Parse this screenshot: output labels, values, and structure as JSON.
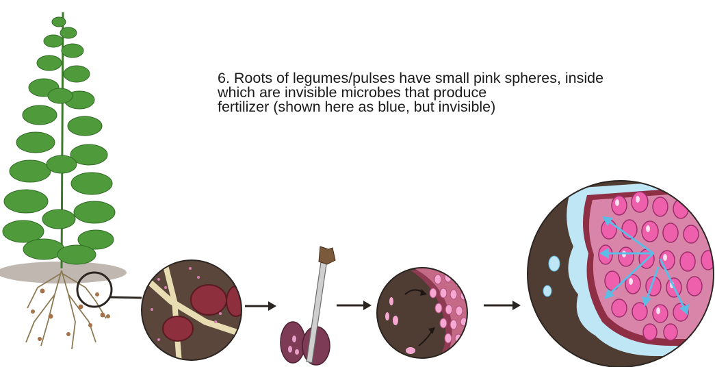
{
  "caption": {
    "line1": "6. Roots of legumes/pulses have small pink spheres, inside",
    "line2": "which are invisible microbes that produce",
    "line3": "fertilizer (shown here as blue, but invisible)"
  },
  "colors": {
    "leaf": "#4f9a3a",
    "leaf_dark": "#2f6b25",
    "soil": "#4a3c33",
    "nodule_pink": "#e77fb6",
    "nodule_red": "#8e2f3e",
    "microbe_blue": "#5bbde6",
    "arrow": "#2b2521"
  }
}
